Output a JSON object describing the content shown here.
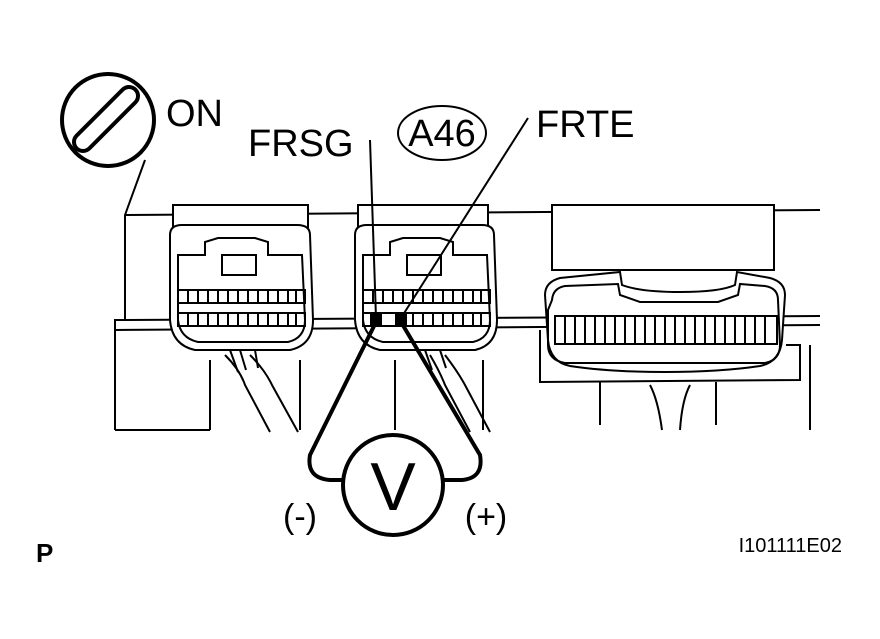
{
  "labels": {
    "ignition": "ON",
    "frsg": "FRSG",
    "connector": "A46",
    "frte": "FRTE",
    "minus": "(-)",
    "plus": "(+)",
    "voltmeter": "V",
    "corner_letter": "P",
    "figure_code": "I101111E02"
  },
  "icons": {
    "ignition_switch": "ignition-key-switch-icon",
    "voltmeter": "voltmeter-icon"
  },
  "colors": {
    "ink": "#000000",
    "paper": "#ffffff"
  }
}
